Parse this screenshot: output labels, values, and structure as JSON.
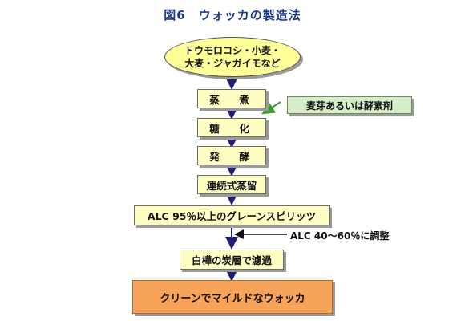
{
  "title": "図6　ウォッカの製造法",
  "raw_material": {
    "line1": "トウモロコシ・小麦・",
    "line2": "大麦・ジャガイモなど"
  },
  "steps": [
    "蒸　煮",
    "糖　化",
    "発　酵",
    "連続式蒸留"
  ],
  "spirits": "ALC 95％以上のグレーンスピリッツ",
  "filter": "白樺の炭層で濾過",
  "final": "クリーンでマイルドなウォッカ",
  "side_inputs": {
    "enzyme": "麦芽あるいは酵素剤",
    "adjust": "ALC 40〜60％に調整"
  },
  "colors": {
    "title": "#1b3a8f",
    "arrow_blue": "#1f1f7a",
    "arrow_green": "#3a9a2a",
    "box_yellow": "#ffffc4",
    "box_orange": "#f7a45a",
    "box_green": "#d5edc8"
  }
}
